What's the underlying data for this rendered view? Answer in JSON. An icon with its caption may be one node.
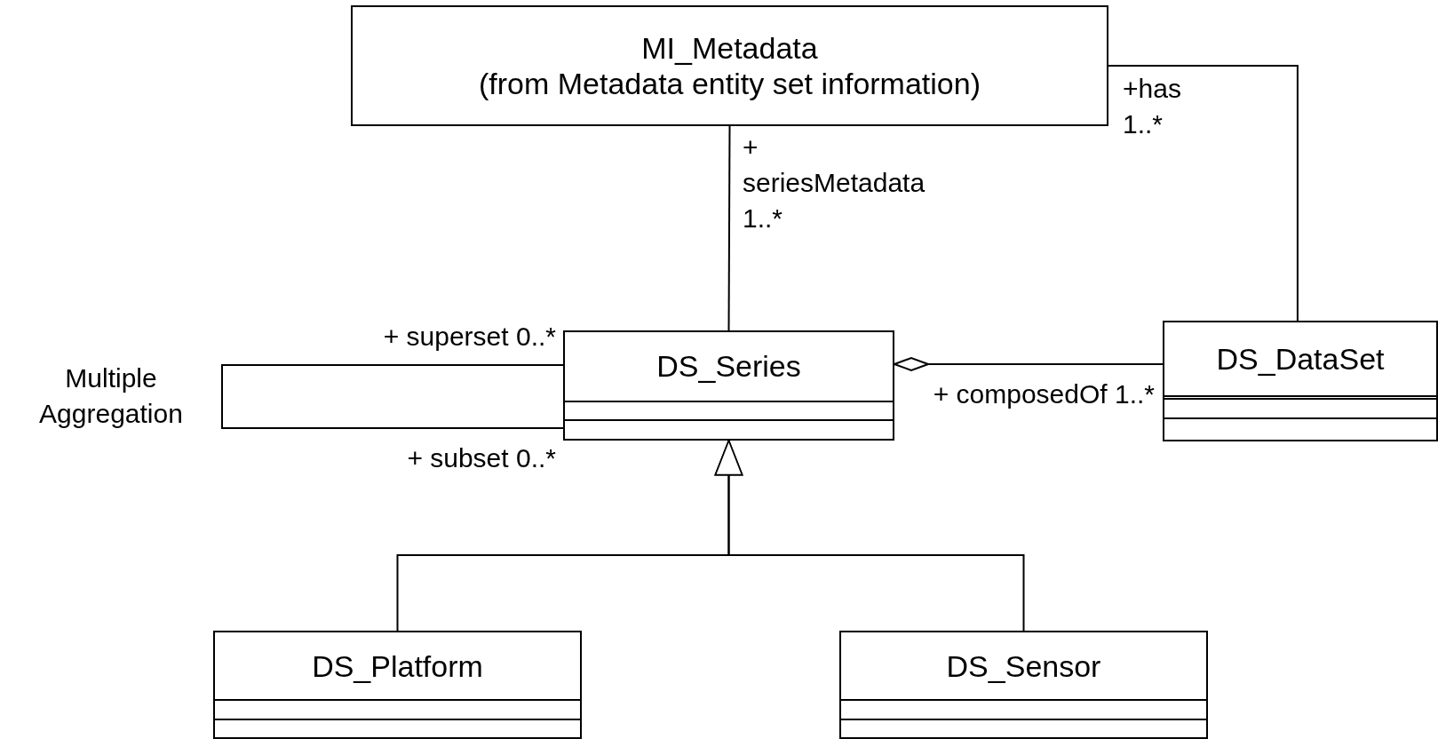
{
  "diagram": {
    "nodes": [
      {
        "text": [
          "MI_Metadata",
          "(from Metadata entity set information)"
        ]
      },
      {
        "text": [
          "DS_Series"
        ]
      },
      {
        "text": [
          "DS_DataSet"
        ]
      },
      {
        "text": [
          "DS_Platform"
        ]
      },
      {
        "text": [
          "DS_Sensor"
        ]
      }
    ],
    "edges": [
      {
        "from": 0,
        "to": 1,
        "arrow": "none",
        "label": "+ seriesMetadata 1..*"
      },
      {
        "from": 0,
        "to": 2,
        "arrow": "none",
        "label": "+has 1..*"
      },
      {
        "from": 2,
        "to": 1,
        "arrow": "other",
        "label": "+ composedOf 1..*"
      },
      {
        "from": 1,
        "to": 1,
        "arrow": "none",
        "label": "Multiple Aggregation"
      },
      {
        "from": 3,
        "to": 1,
        "arrow": "to"
      },
      {
        "from": 4,
        "to": 1,
        "arrow": "to"
      }
    ],
    "labels": [
      "+ superset 0..*",
      "+ subset 0..*"
    ]
  }
}
